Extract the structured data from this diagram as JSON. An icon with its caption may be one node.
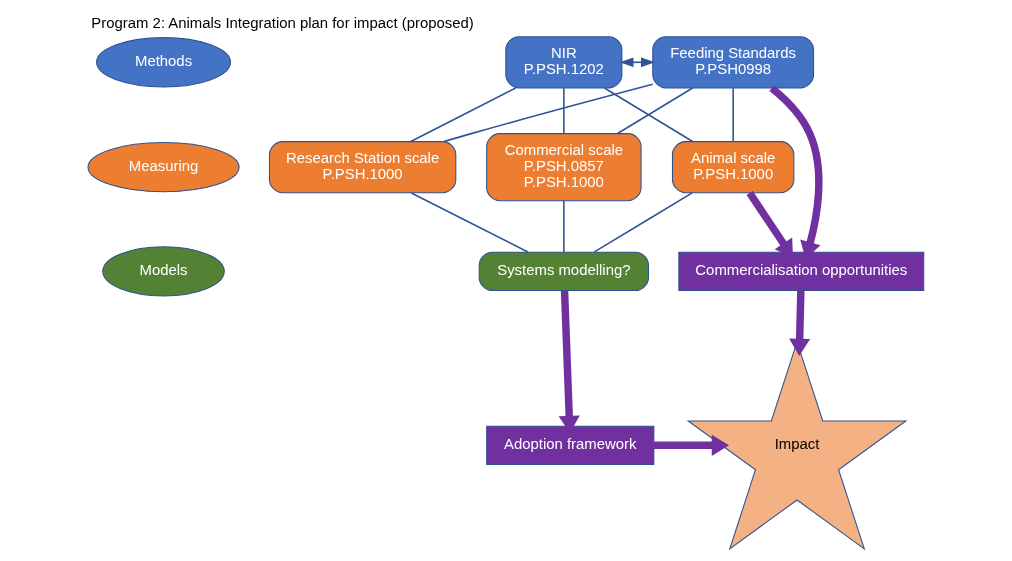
{
  "diagram": {
    "title": "Program 2: Animals Integration plan for impact (proposed)",
    "nodes": [
      {
        "text": [
          "Methods"
        ]
      },
      {
        "text": [
          "Measuring"
        ]
      },
      {
        "text": [
          "Models"
        ]
      },
      {
        "text": [
          "NIR",
          "P.PSH.1202"
        ]
      },
      {
        "text": [
          "Feeding Standards",
          "P.PSH0998"
        ]
      },
      {
        "text": [
          "Commercial scale",
          "P.PSH.0857",
          "P.PSH.1000"
        ]
      },
      {
        "text": [
          "Research Station scale",
          "P.PSH.1000"
        ]
      },
      {
        "text": [
          "Animal scale",
          "P.PSH.1000"
        ]
      },
      {
        "text": [
          "Systems modelling?"
        ]
      },
      {
        "text": [
          "Commercialisation opportunities"
        ]
      },
      {
        "text": [
          "Adoption framework"
        ]
      },
      {
        "text": [
          "Impact"
        ]
      }
    ],
    "edges": [
      {
        "from": 3,
        "to": 4,
        "arrow": "both"
      },
      {
        "from": 3,
        "to": 5,
        "arrow": "none"
      },
      {
        "from": 3,
        "to": 6,
        "arrow": "none"
      },
      {
        "from": 3,
        "to": 7,
        "arrow": "none"
      },
      {
        "from": 4,
        "to": 5,
        "arrow": "none"
      },
      {
        "from": 4,
        "to": 6,
        "arrow": "none"
      },
      {
        "from": 4,
        "to": 7,
        "arrow": "none"
      },
      {
        "from": 5,
        "to": 8,
        "arrow": "none"
      },
      {
        "from": 6,
        "to": 8,
        "arrow": "none"
      },
      {
        "from": 7,
        "to": 8,
        "arrow": "none"
      },
      {
        "from": 4,
        "to": 9,
        "arrow": "to",
        "style": "thick",
        "color": "#7030a0"
      },
      {
        "from": 7,
        "to": 9,
        "arrow": "to",
        "style": "thick",
        "color": "#7030a0"
      },
      {
        "from": 8,
        "to": 10,
        "arrow": "to",
        "style": "thick",
        "color": "#7030a0"
      },
      {
        "from": 10,
        "to": 11,
        "arrow": "to",
        "style": "thick",
        "color": "#7030a0"
      },
      {
        "from": 9,
        "to": 11,
        "arrow": "to",
        "style": "thick",
        "color": "#7030a0"
      }
    ]
  }
}
